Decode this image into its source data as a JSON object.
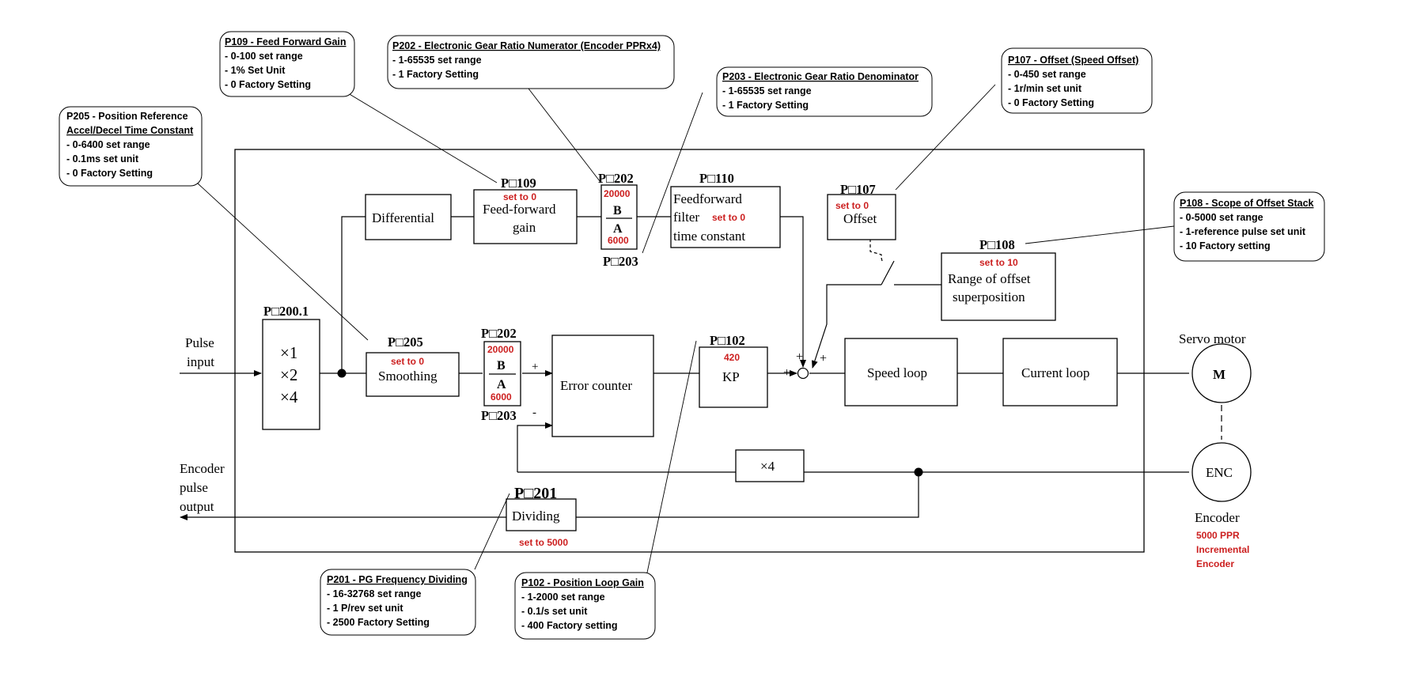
{
  "frame": {
    "inputs": {
      "pulse_input_1": "Pulse",
      "pulse_input_2": "input"
    },
    "outputs": {
      "enc_out_1": "Encoder",
      "enc_out_2": "pulse",
      "enc_out_3": "output"
    },
    "multiplier": {
      "param": "P□200.1",
      "x1": "×1",
      "x2": "×2",
      "x4": "×4"
    },
    "smoothing": {
      "param": "P□205",
      "label": "Smoothing",
      "setting": "set to 0"
    },
    "gear_main": {
      "param_top": "P□202",
      "param_bottom": "P□203",
      "b": "B",
      "a": "A",
      "b_val": "20000",
      "a_val": "6000",
      "plus": "+",
      "minus": "-"
    },
    "error_counter": {
      "label": "Error counter"
    },
    "kp": {
      "param": "P□102",
      "label": "KP",
      "setting": "420"
    },
    "differential": {
      "label": "Differential"
    },
    "ff_gain": {
      "param": "P□109",
      "label_1": "Feed-forward",
      "label_2": "gain",
      "setting": "set to 0"
    },
    "gear_ff": {
      "param_top": "P□202",
      "param_bottom": "P□203",
      "b": "B",
      "a": "A",
      "b_val": "20000",
      "a_val": "6000"
    },
    "ff_filter": {
      "param": "P□110",
      "label_1": "Feedforward",
      "label_2": "filter",
      "label_3": "time constant",
      "setting": "set to 0"
    },
    "offset": {
      "param": "P□107",
      "label": "Offset",
      "setting": "set to 0"
    },
    "offset_range": {
      "param": "P□108",
      "label_1": "Range of offset",
      "label_2": "superposition",
      "setting": "set to 10"
    },
    "summing": {
      "plus_a": "+",
      "plus_b": "+",
      "plus_c": "+"
    },
    "speed_loop": {
      "label": "Speed loop"
    },
    "current_loop": {
      "label": "Current loop"
    },
    "motor": {
      "title": "Servo motor",
      "label": "M"
    },
    "encoder": {
      "label": "ENC",
      "title": "Encoder",
      "spec_1": "5000 PPR",
      "spec_2": "Incremental",
      "spec_3": "Encoder"
    },
    "x4_feedback": {
      "label": "×4"
    },
    "dividing": {
      "param": "P□201",
      "label": "Dividing",
      "setting": "set to 5000"
    }
  },
  "callouts": {
    "p109": {
      "title": "P109 - Feed Forward Gain",
      "lines": [
        "- 0-100 set range",
        "- 1% Set Unit",
        "- 0 Factory Setting"
      ]
    },
    "p202": {
      "title": "P202 - Electronic Gear Ratio Numerator (Encoder PPRx4)",
      "lines": [
        "- 1-65535 set range",
        "- 1 Factory Setting"
      ]
    },
    "p203": {
      "title": "P203 - Electronic Gear Ratio Denominator",
      "lines": [
        "- 1-65535 set range",
        "- 1 Factory Setting"
      ]
    },
    "p107": {
      "title": "P107 - Offset (Speed Offset)",
      "lines": [
        "- 0-450 set range",
        "- 1r/min set unit",
        "- 0 Factory Setting"
      ]
    },
    "p205": {
      "title_1": "P205 - Position Reference",
      "title_2": "Accel/Decel Time Constant",
      "lines": [
        "- 0-6400 set range",
        "- 0.1ms set unit",
        "- 0 Factory Setting"
      ]
    },
    "p108": {
      "title": "P108 - Scope of Offset Stack",
      "lines": [
        "- 0-5000 set range",
        "- 1-reference pulse set unit",
        "- 10 Factory setting"
      ]
    },
    "p201": {
      "title": "P201 - PG Frequency Dividing",
      "lines": [
        "- 16-32768 set range",
        "- 1 P/rev set unit",
        "- 2500 Factory Setting"
      ]
    },
    "p102": {
      "title": "P102 - Position Loop Gain",
      "lines": [
        "- 1-2000 set range",
        "- 0.1/s set unit",
        "- 400 Factory setting"
      ]
    }
  },
  "colors": {
    "annotation_red": "#cc1f1f",
    "line": "#000000"
  }
}
